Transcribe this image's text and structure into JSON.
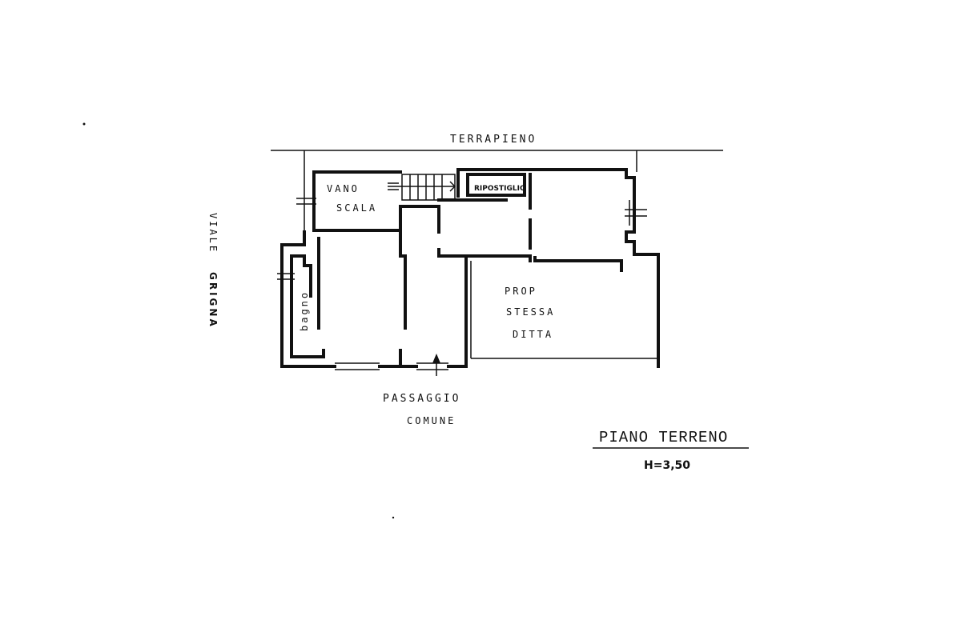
{
  "labels": {
    "terrapieno": "TERRAPIENO",
    "vano": "VANO",
    "scala": "SCALA",
    "ripostiglio": "RIPOSTIGLIO",
    "viale": "VIALE",
    "grigna": "GRIGNA",
    "bagno": "bagno",
    "prop": "PROP",
    "stessa": "STESSA",
    "ditta": "DITTA",
    "passaggio": "PASSAGGIO",
    "comune": "COMUNE"
  },
  "title": {
    "floor": "PIANO TERRENO",
    "height": "H=3,50"
  }
}
